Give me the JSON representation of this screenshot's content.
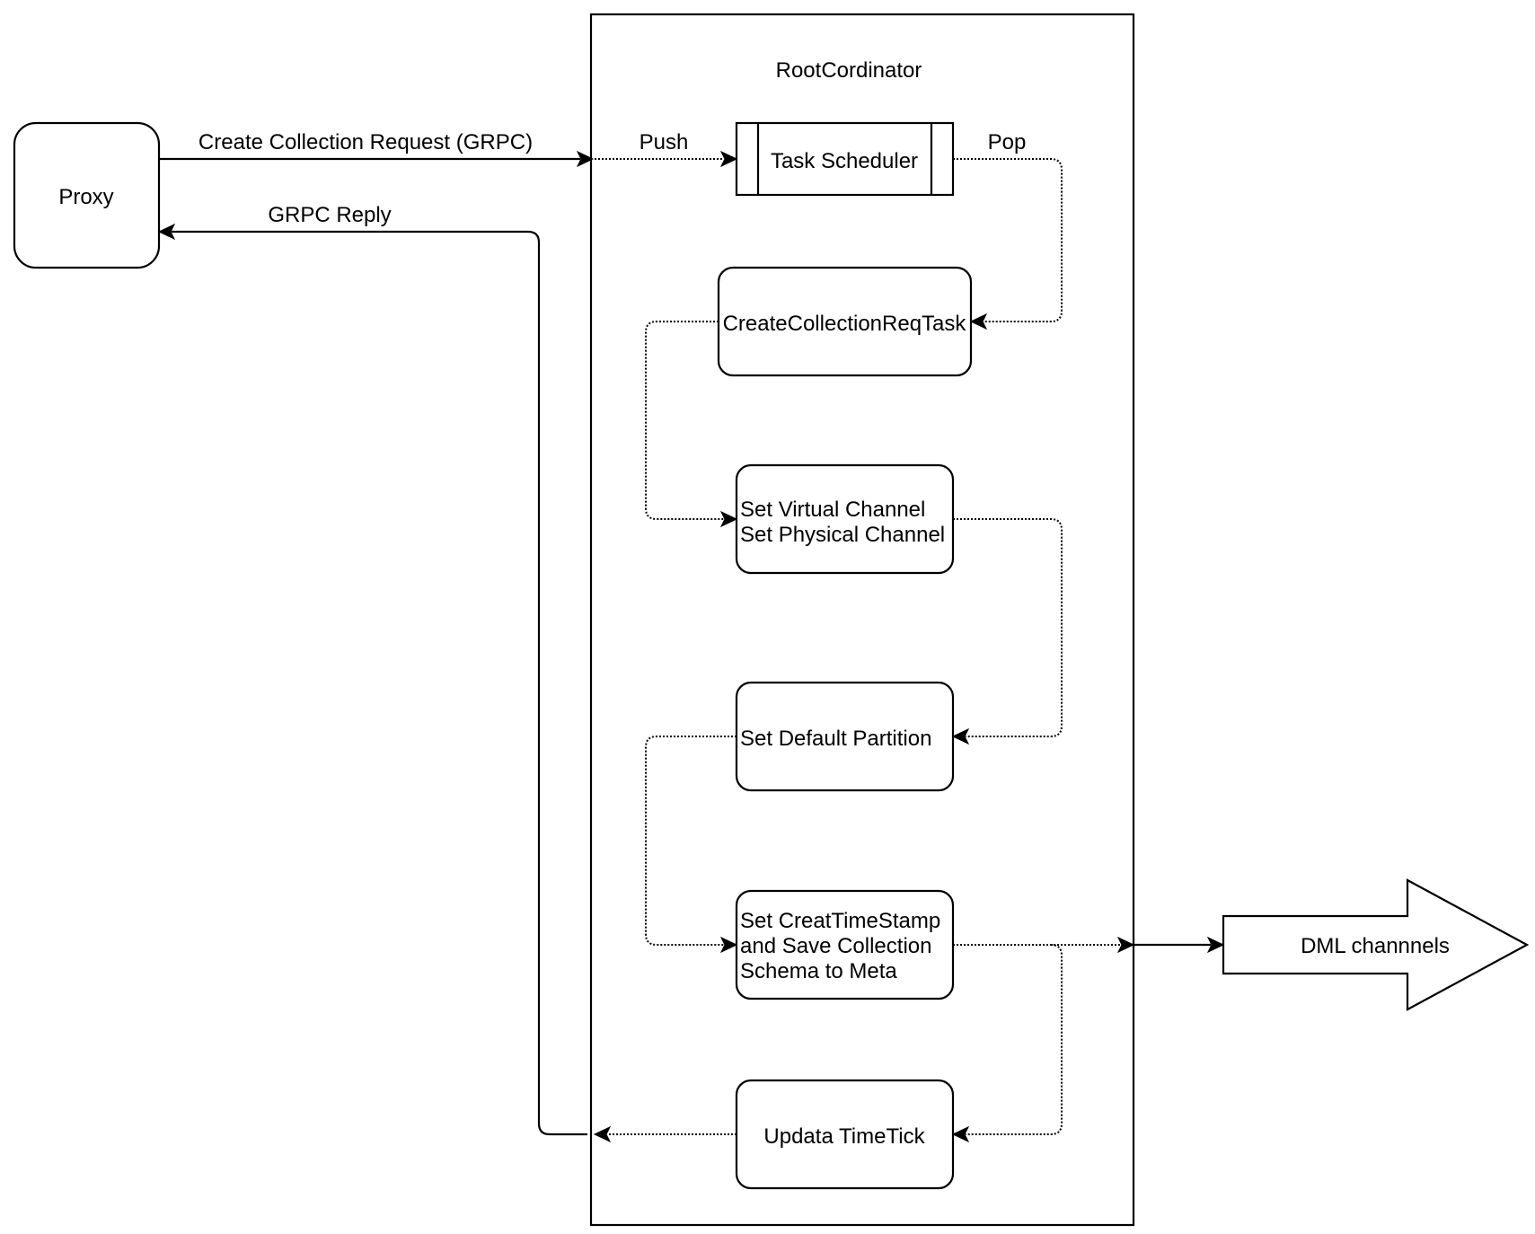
{
  "diagram": {
    "container": {
      "title": "RootCordinator"
    },
    "nodes": {
      "proxy": "Proxy",
      "task_scheduler": "Task Scheduler",
      "create_task": "CreateCollectionReqTask",
      "set_channel": [
        "Set Virtual Channel",
        "Set Physical Channel"
      ],
      "set_partition": "Set Default Partition",
      "set_timestamp": [
        "Set CreatTimeStamp",
        "and Save Collection",
        "Schema to Meta"
      ],
      "update_timetick": "Updata TimeTick",
      "dml_channels": "DML channnels"
    },
    "edges": {
      "request": "Create Collection Request (GRPC)",
      "reply": "GRPC Reply",
      "push": "Push",
      "pop": "Pop"
    },
    "colors": {
      "stroke": "#000000",
      "fill": "#ffffff",
      "text": "#000000"
    }
  }
}
